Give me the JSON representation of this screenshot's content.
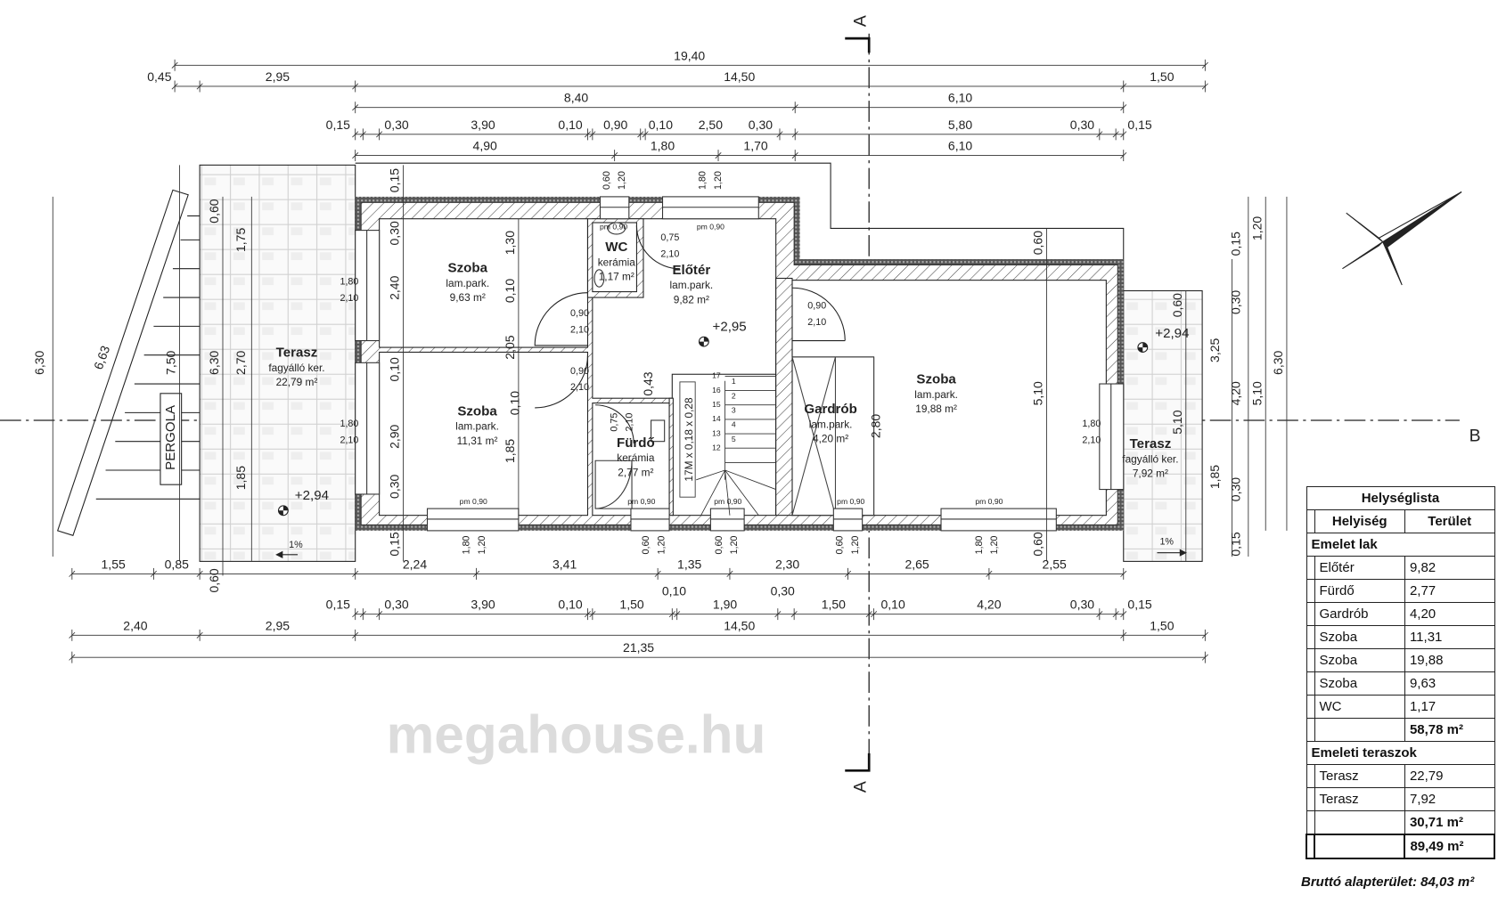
{
  "section_marks": {
    "a_top": "A",
    "a_bottom": "A",
    "b_right": "B"
  },
  "watermark": "megahouse.hu",
  "rooms": [
    {
      "name": "Szoba",
      "floor": "lam.park.",
      "area": "9,63 m²"
    },
    {
      "name": "Előtér",
      "floor": "lam.park.",
      "area": "9,82 m²"
    },
    {
      "name": "WC",
      "floor": "kerámia",
      "area": "1,17 m²"
    },
    {
      "name": "Szoba",
      "floor": "lam.park.",
      "area": "11,31 m²"
    },
    {
      "name": "Fürdő",
      "floor": "kerámia",
      "area": "2,77 m²"
    },
    {
      "name": "Gardrób",
      "floor": "lam.park.",
      "area": "4,20 m²"
    },
    {
      "name": "Szoba",
      "floor": "lam.park.",
      "area": "19,88 m²"
    },
    {
      "name": "Terasz",
      "floor": "fagyálló ker.",
      "area": "22,79 m²"
    },
    {
      "name": "Terasz",
      "floor": "fagyálló ker.",
      "area": "7,92 m²"
    }
  ],
  "levels": [
    "+2,95",
    "+2,94",
    "+2,94"
  ],
  "pergola_label": "PERGOLA",
  "slopes": [
    "1%",
    "1%"
  ],
  "stair_label": "17M x 0,18 x 0,28",
  "stair_numbers": [
    "17",
    "16",
    "15",
    "14",
    "13",
    "12",
    "1",
    "2",
    "3",
    "4",
    "5"
  ],
  "dims": {
    "top": [
      [
        "19,40"
      ],
      [
        "0,45",
        "2,95",
        "14,50",
        "1,50"
      ],
      [
        "8,40",
        "6,10"
      ],
      [
        "0,15",
        "0,30",
        "3,90",
        "0,10",
        "0,90",
        "0,10",
        "2,50",
        "0,30",
        "5,80",
        "0,30",
        "0,15"
      ],
      [
        "4,90",
        "1,80",
        "1,70",
        "6,10"
      ]
    ],
    "bottom": [
      [
        "1,55",
        "0,85",
        "2,24",
        "3,41",
        "1,35",
        "2,30",
        "2,65",
        "2,55"
      ],
      [
        "0,15",
        "0,30",
        "3,90",
        "0,10",
        "1,50",
        "0,10",
        "1,90",
        "0,30",
        "1,50",
        "0,10",
        "4,20",
        "0,30",
        "0,15"
      ],
      [
        "2,40",
        "2,95",
        "14,50",
        "1,50"
      ],
      [
        "21,35"
      ]
    ],
    "vertical": [
      "0,60",
      "1,75",
      "6,30",
      "2,70",
      "1,85",
      "0,60",
      "7,50",
      "6,30",
      "6,63",
      "0,15",
      "0,30",
      "2,40",
      "0,10",
      "2,90",
      "0,30",
      "0,15",
      "1,30",
      "0,10",
      "2,05",
      "0,10",
      "1,85",
      "0,43",
      "2,80",
      "0,60",
      "5,10",
      "0,60",
      "0,60",
      "5,10",
      "0,15",
      "0,30",
      "4,20",
      "0,30",
      "0,15",
      "1,20",
      "5,10",
      "3,25",
      "1,85",
      "6,30"
    ]
  },
  "openings": [
    [
      "0,60",
      "1,20"
    ],
    [
      "1,80",
      "1,20"
    ],
    [
      "1,80",
      "1,20"
    ],
    [
      "0,60",
      "1,20"
    ],
    [
      "0,60",
      "1,20"
    ],
    [
      "0,60",
      "1,20"
    ],
    [
      "1,80",
      "1,20"
    ],
    [
      "1,80",
      "2,10"
    ],
    [
      "1,80",
      "2,10"
    ],
    [
      "1,80",
      "2,10"
    ],
    [
      "0,75",
      "2,10"
    ],
    [
      "0,90",
      "2,10"
    ],
    [
      "0,90",
      "2,10"
    ],
    [
      "0,90",
      "2,10"
    ],
    [
      "0,75",
      "2,10"
    ]
  ],
  "pm_labels": [
    "pm 0,90",
    "pm 0,90",
    "pm 0,90",
    "pm 0,90",
    "pm 0,90",
    "pm 0,90",
    "pm 0,90"
  ],
  "room_schedule": {
    "title": "Helységlista",
    "col_room": "Helyiség",
    "col_area": "Terület",
    "sections": [
      {
        "title": "Emelet lak",
        "rows": [
          [
            "Előtér",
            "9,82"
          ],
          [
            "Fürdő",
            "2,77"
          ],
          [
            "Gardrób",
            "4,20"
          ],
          [
            "Szoba",
            "11,31"
          ],
          [
            "Szoba",
            "19,88"
          ],
          [
            "Szoba",
            "9,63"
          ],
          [
            "WC",
            "1,17"
          ]
        ],
        "total": "58,78 m²"
      },
      {
        "title": "Emeleti teraszok",
        "rows": [
          [
            "Terasz",
            "22,79"
          ],
          [
            "Terasz",
            "7,92"
          ]
        ],
        "total": "30,71 m²"
      }
    ],
    "grand_total": "89,49 m²"
  },
  "gross_area": "Bruttó alapterület: 84,03 m²"
}
